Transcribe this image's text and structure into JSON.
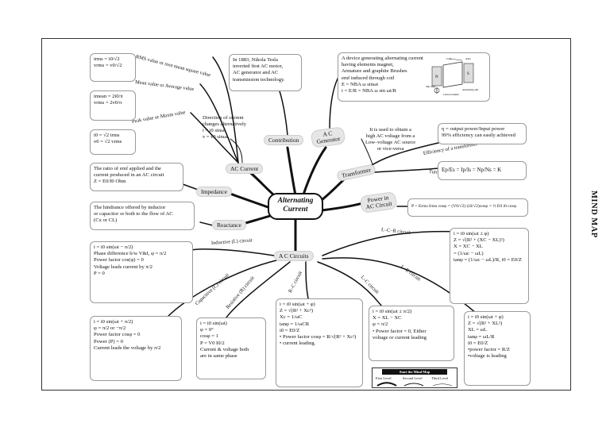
{
  "center": {
    "line1": "Alternating",
    "line2": "Current"
  },
  "side_title": "MIND MAP",
  "nodes": {
    "contribution": "Contribution",
    "ac_generator_line1": "A C",
    "ac_generator_line2": "Generator",
    "ac_current": "AC Current",
    "impedance": "Impedance",
    "reactance": "Reactance",
    "transformer": "Transformer",
    "power_line1": "Power in",
    "power_line2": "AC Circuit",
    "ac_circuits": "A C Circuits"
  },
  "labels": {
    "rms": "RMS value or root mean square value",
    "mean": "Mean value or Average value",
    "peak": "Peak value or Maxm value",
    "efficiency": "Efficiency of a transformer",
    "turns": "Turnratio",
    "lcr": "L–C–R circuit",
    "lr": "L–R circuit",
    "lc": "L–C circuit",
    "rc": "R–C circuit",
    "resistive": "Resistive (R) circuit",
    "capacitive": "Capacitive (C) circuit",
    "inductive": "Inductive (L) circuit"
  },
  "boxes": {
    "rms": [
      "irms = i0/√2",
      "vrms = v0/√2"
    ],
    "mean": [
      "imean = 2i0/π",
      "vrms = 2v0/π"
    ],
    "peak": [
      "i0 = √2 irms",
      "v0 = √2 vrms"
    ],
    "impedance": [
      "The ratio of emf applied and the",
      "current produced in an AC circuit",
      "Z = E0/I0  Ohm"
    ],
    "reactance": [
      "The hindrance offered by inductor",
      "or capacitor or both to the flow of AC",
      "(Cx or CL)"
    ],
    "tesla": [
      "In 1883, Nikola Tesla",
      "inverted first AC motor,",
      "AC generator and AC",
      "transmission technology."
    ],
    "generator": [
      "A device generating alternating current",
      "having elements magnet,",
      "Armature and graphite Brushes",
      "emf induced through coil",
      "E = NBA ω sinωt",
      "i = E/R = NBA ω sin ωt/R"
    ],
    "efficiency": [
      "η = output power/Input power",
      "99% efficiency can easily achieved"
    ],
    "turns": [
      "Ep/Es = Ip/Is = Np/Ns = K"
    ],
    "power": [
      "P = Erms Irms cosφ = (V0/√2)·(i0/√2)cosφ = ½ E0 i0 cosφ"
    ],
    "inductive": [
      "i = i0 sin(ωt − π/2)",
      "Phase difference b/w  V&I, φ = π/2",
      "Power factor cos(φ) = 0",
      "Voltage leads current by π/2",
      "P = 0"
    ],
    "capacitive": [
      "i = i0 sin(ωt + π/2)",
      "φ = π/2 or −π/2",
      "Power factor cosφ = 0",
      "Power (P) = 0",
      "Current leads the voltage by π/2"
    ],
    "resistive": [
      "i = i0 sin(ωt)",
      "φ = 0°",
      "cosφ = 1",
      "P = V0 I0/2",
      "Current & voltage both",
      "are in same phase"
    ],
    "rc": [
      "i = i0 sin(ωt + φ)",
      "Z = √(R² + Xc²)",
      "Xc = 1/ωC",
      "tanφ = 1/ωCR",
      "i0 = E0/Z",
      "• Power factor cosφ = R/√(R² + Xc²)",
      "• current leading."
    ],
    "lc": [
      "i = i0 sin(ωt ± π/2)",
      "X = XL − XC",
      "φ = π/2",
      "• Power factor = 0, Either",
      "voltage or current leading"
    ],
    "lr": [
      "i = i0 sin(ωt + φ)",
      "Z = √(R² + XL²)",
      "XL = ωL",
      "tanφ = ωL/R",
      "i0 = E0/Z",
      "•power factor = R/Z",
      "•voltage is leading"
    ],
    "lcr": [
      "i = i0 sin(ωt ± φ)",
      "Z = √(R² + (XC − XL)²)",
      "X = XC − XL",
      "= (1/ωc − ωL)",
      "tanφ = (1/ωc − ωL)/R, i0 = E0/Z"
    ]
  },
  "notes": {
    "direction": [
      "Direction of current",
      "changes alternatively",
      "i = i0 sinωt",
      "v = v0 sinωt"
    ],
    "transformer": [
      "It is used to obtain a",
      "high AC voltage from a",
      "Low–voltage AC source",
      "or vice-versa"
    ]
  },
  "figure_labels": {
    "coil": "Coil",
    "axle": "Axle",
    "n": "N",
    "s": "S",
    "slip_rings": "Slip rings",
    "brushes": "Carbon brushes",
    "ac_out": "Alternating emf"
  },
  "legend": {
    "title": "Start the Mind Map",
    "first": "First Level",
    "second": "Second Level",
    "third": "Third Level"
  }
}
